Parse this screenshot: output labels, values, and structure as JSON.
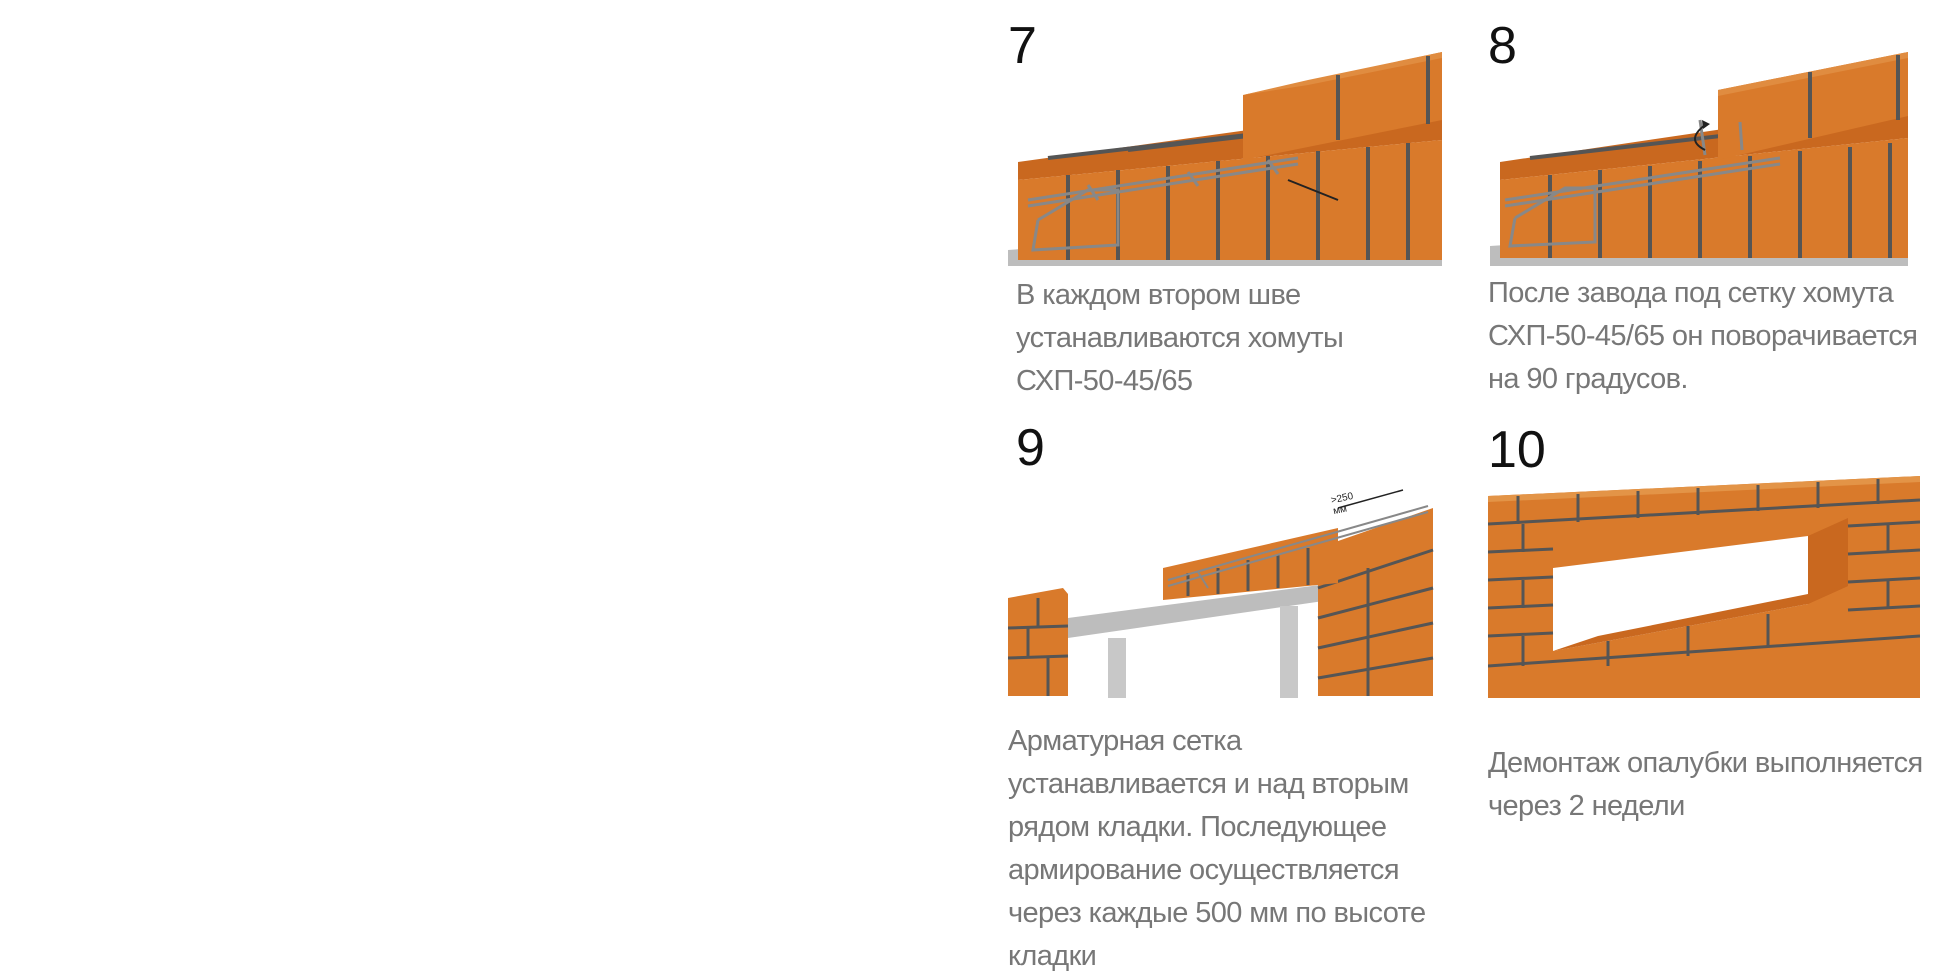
{
  "steps": [
    {
      "number": "7",
      "caption": "В каждом втором шве устанавливаются хомуты СХП-50-45/65"
    },
    {
      "number": "8",
      "caption": "После завода под сетку хомута СХП-50-45/65 он поворачивается на 90 градусов."
    },
    {
      "number": "9",
      "caption": "Арматурная сетка устанавливается и над вторым рядом кладки. Последующее армирование осуществляется через каждые 500 мм по высоте кладки",
      "dimension_label": ">250 мм"
    },
    {
      "number": "10",
      "caption": "Демонтаж опалубки выполняется через 2 недели"
    }
  ],
  "colors": {
    "brick": "#d97a2b",
    "brick_dark": "#b8601c",
    "mortar": "#555555",
    "slab": "#b8b8b8",
    "caption_text": "#777777",
    "number_text": "#111111"
  }
}
